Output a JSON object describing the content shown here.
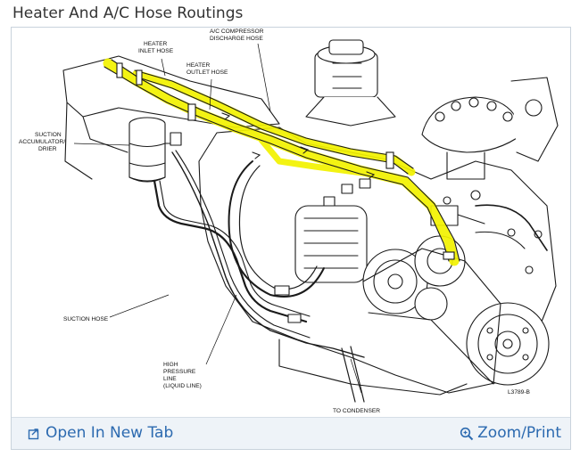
{
  "page": {
    "title": "Heater And A/C Hose Routings"
  },
  "diagram": {
    "labels": {
      "heater_inlet_1": "HEATER",
      "heater_inlet_2": "INLET HOSE",
      "heater_outlet_1": "HEATER",
      "heater_outlet_2": "OUTLET HOSE",
      "ac_discharge_1": "A/C COMPRESSOR",
      "ac_discharge_2": "DISCHARGE HOSE",
      "accumulator_1": "SUCTION",
      "accumulator_2": "ACCUMULATOR/",
      "accumulator_3": "DRIER",
      "suction_hose": "SUCTION HOSE",
      "high_pressure_1": "HIGH",
      "high_pressure_2": "PRESSURE",
      "high_pressure_3": "LINE",
      "high_pressure_4": "(LIQUID LINE)",
      "condenser": "TO CONDENSER",
      "figure_code": "L3789-B"
    },
    "highlight_color": "#f2f200",
    "line_color": "#1a1a1a"
  },
  "footer": {
    "open_new_tab": "Open In New Tab",
    "zoom_print": "Zoom/Print",
    "link_color": "#2c6ab0"
  }
}
